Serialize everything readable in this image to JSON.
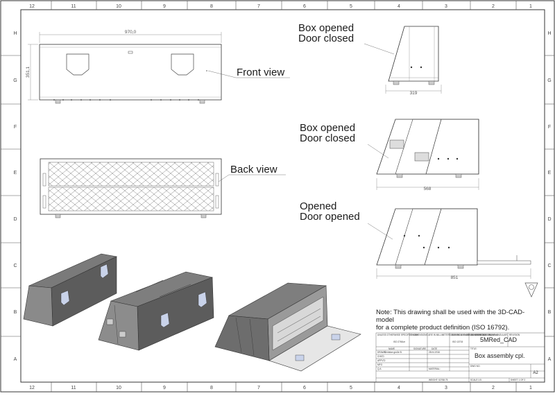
{
  "sheet": {
    "zones_top": [
      "12",
      "11",
      "10",
      "9",
      "8",
      "7",
      "6",
      "5",
      "4",
      "3",
      "2",
      "1"
    ],
    "zones_side": [
      "H",
      "G",
      "F",
      "E",
      "D",
      "C",
      "B",
      "A"
    ]
  },
  "views": {
    "front_view_label": "Front view",
    "back_view_label": "Back view",
    "box_opened_1_line1": "Box opened",
    "box_opened_1_line2": "Door closed",
    "box_opened_2_line1": "Box opened",
    "box_opened_2_line2": "Door closed",
    "opened_line1": "Opened",
    "opened_line2": "Door opened"
  },
  "dimensions": {
    "width": "970,0",
    "height": "351,1",
    "side_depth_1": "319",
    "side_depth_2": "568",
    "side_depth_3": "851"
  },
  "note": {
    "line1": "Note: This drawing shall be used with the 3D-CAD-",
    "line2": "model",
    "line3": "for a complete product definition (ISO 16792)."
  },
  "title_block": {
    "general_notes": "UNLESS OTHERWISE SPECIFIED: DIMENSIONS ARE IN MILLIMETERS SURFACE FINISH: TOLERANCES: LINEAR: ANGULAR:",
    "finish": "FINISH:",
    "deburr": "DEBURR AND BREAK SHARP EDGES",
    "do_not_scale": "DO NOT SCALE DRAWING",
    "revision": "REVISION",
    "std_1": "ISO 2768-m",
    "std_2": "ISO 13715",
    "name_col": "NAME",
    "signature_col": "SIGNATURE",
    "date_col": "DATE",
    "drawn": "DRAWN",
    "drawn_name": "Christian große B.",
    "drawn_date": "28.04.2016",
    "chkd": "CHK'D",
    "appvd": "APPV'D",
    "mfg": "MFG",
    "qa": "Q.A",
    "material": "MATERIAL:",
    "weight": "WEIGHT: 52768.75",
    "title_label": "TITLE:",
    "drawing_number": "5MRed_CAD",
    "title": "Box assembly cpl.",
    "dwg_no": "DWG NO.",
    "size": "A2",
    "scale": "SCALE:1:5",
    "sheet": "SHEET 1 OF 2"
  }
}
